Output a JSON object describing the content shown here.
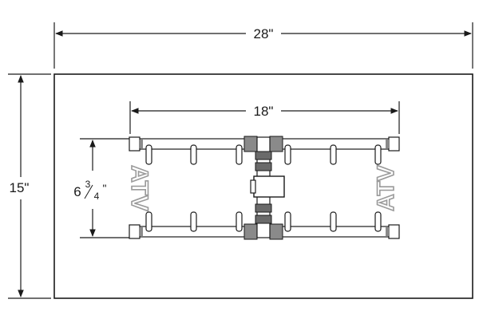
{
  "dimensions": {
    "overall_width": "28\"",
    "overall_height": "15\"",
    "burner_width": "18\"",
    "burner_depth": {
      "whole": "6",
      "numerator": "3",
      "denominator": "4",
      "unit": "\""
    }
  },
  "logo": {
    "text": "ATV"
  },
  "colors": {
    "line": "#1a1a1a",
    "fitting": "#8a8a8a",
    "fitting_dark": "#5a5a5a",
    "logo": "#9a9a9a",
    "background": "#ffffff"
  }
}
